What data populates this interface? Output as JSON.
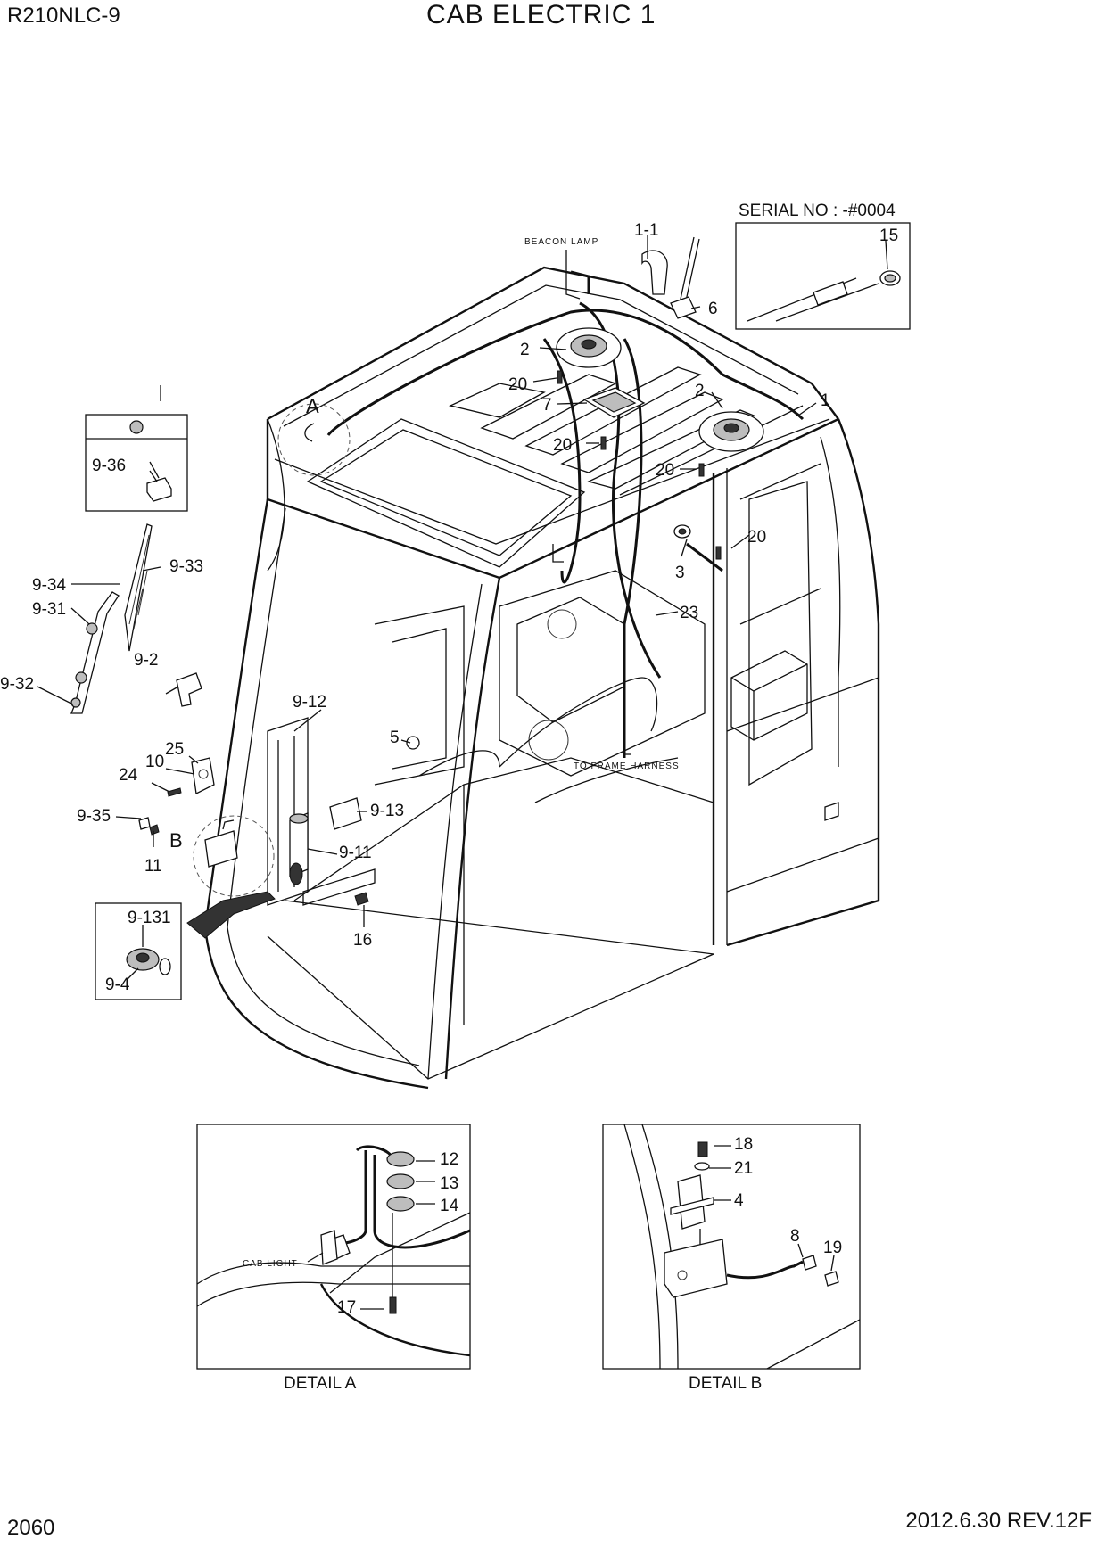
{
  "header": {
    "model": "R210NLC-9",
    "title": "CAB ELECTRIC 1"
  },
  "footer": {
    "page_number": "2060",
    "revision": "2012.6.30  REV.12F"
  },
  "inset_serial": {
    "caption": "SERIAL NO : -#0004",
    "part": "15"
  },
  "callouts": {
    "beacon_lamp": "BEACON LAMP",
    "to_frame_harness": "TO FRAME HARNESS",
    "cab_light": "CAB LIGHT",
    "detail_marker_a": "A",
    "detail_marker_b": "B"
  },
  "part_labels": {
    "p1_1": "1-1",
    "p6": "6",
    "p2a": "2",
    "p20a": "20",
    "p7": "7",
    "p2b": "2",
    "p1": "1",
    "p20b": "20",
    "p20c": "20",
    "p20d": "20",
    "p3": "3",
    "p23": "23",
    "p5": "5",
    "p9_36": "9-36",
    "p9_33": "9-33",
    "p9_34": "9-34",
    "p9_31": "9-31",
    "p9_2": "9-2",
    "p9_32": "9-32",
    "p9_12": "9-12",
    "p25": "25",
    "p10": "10",
    "p24": "24",
    "p9_35": "9-35",
    "p9_13": "9-13",
    "p9_11": "9-11",
    "p11": "11",
    "p16": "16",
    "p9_131": "9-131",
    "p9_4": "9-4"
  },
  "detail_a": {
    "caption": "DETAIL A",
    "labels": {
      "p12": "12",
      "p13": "13",
      "p14": "14",
      "p17": "17"
    }
  },
  "detail_b": {
    "caption": "DETAIL B",
    "labels": {
      "p18": "18",
      "p21": "21",
      "p4": "4",
      "p8": "8",
      "p19": "19"
    }
  }
}
